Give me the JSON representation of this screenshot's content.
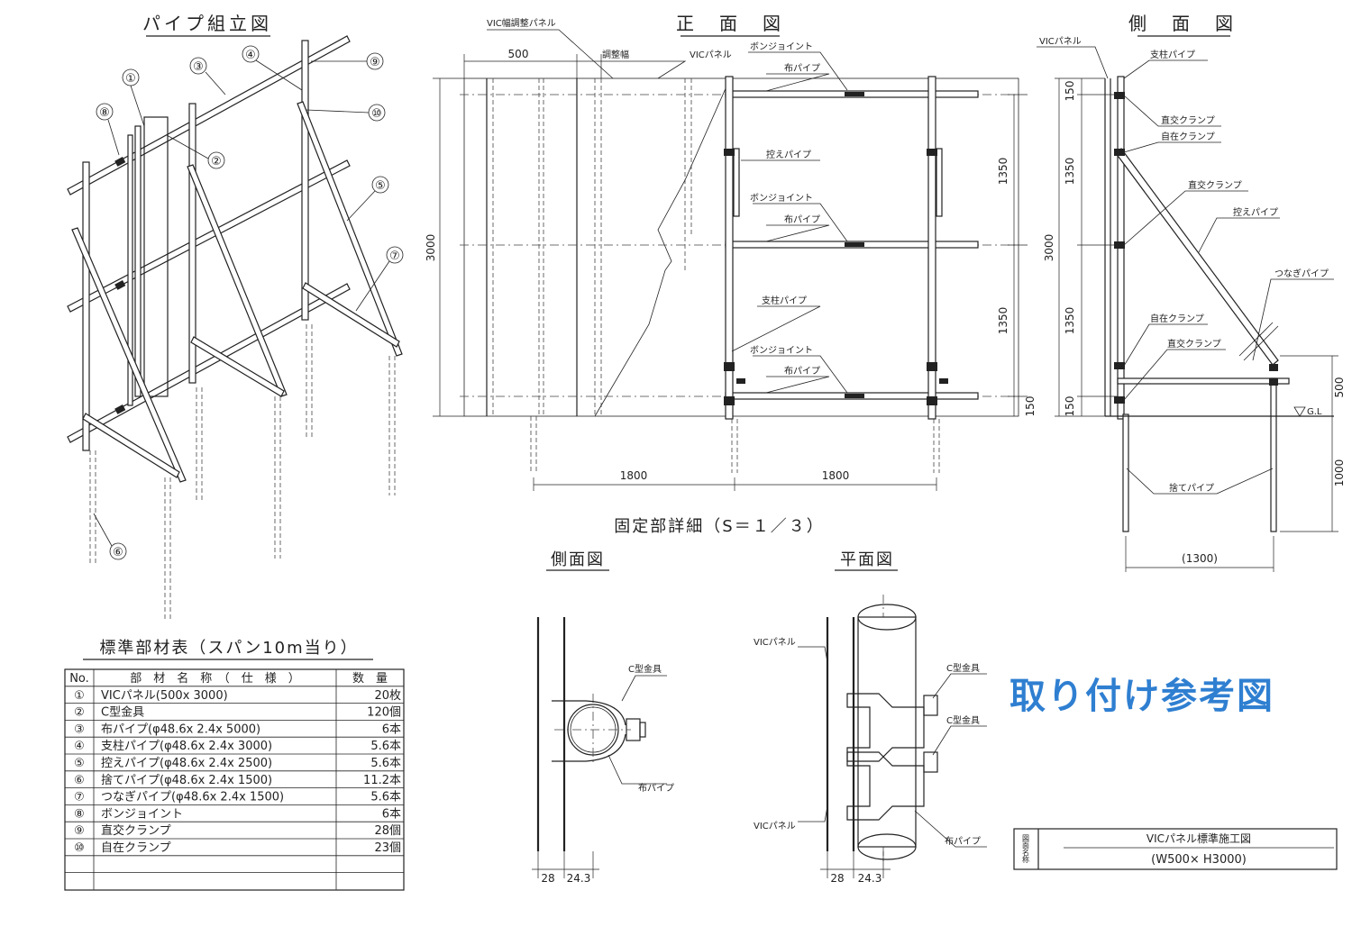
{
  "titles": {
    "assembly": "パイプ組立図",
    "front": "正　面　図",
    "side": "側　面　図",
    "fixing_detail": "固定部詳細（S＝１／３）",
    "fixing_side": "側面図",
    "fixing_plan": "平面図",
    "parts_table": "標準部材表（スパン10m当り）"
  },
  "assembly_callouts": [
    "①",
    "②",
    "③",
    "④",
    "⑤",
    "⑥",
    "⑦",
    "⑧",
    "⑨",
    "⑩"
  ],
  "front_view": {
    "labels": {
      "vic_width_panel": "VIC幅調整パネル",
      "vic_panel": "VICパネル",
      "adjust_width": "調整幅",
      "pon_joint_1": "ボンジョイント",
      "nuno_pipe_1": "布パイプ",
      "hikae_pipe": "控えパイプ",
      "pon_joint_2": "ボンジョイント",
      "nuno_pipe_2": "布パイプ",
      "shichu_pipe": "支柱パイプ",
      "pon_joint_3": "ボンジョイント",
      "nuno_pipe_3": "布パイプ"
    },
    "dims": {
      "panel_width": "500",
      "height": "3000",
      "seg_top": "1350",
      "seg_mid": "1350",
      "seg_bottom": "150",
      "span_left": "1800",
      "span_right": "1800"
    }
  },
  "side_view": {
    "labels": {
      "vic_panel": "VICパネル",
      "shichu_pipe": "支柱パイプ",
      "chokko_1": "直交クランプ",
      "jizai_1": "自在クランプ",
      "chokko_2": "直交クランプ",
      "hikae_pipe": "控えパイプ",
      "tsunagi_pipe": "つなぎパイプ",
      "jizai_2": "自在クランプ",
      "chokko_3": "直交クランプ",
      "sute_pipe": "捨てパイプ",
      "gl": "G.L"
    },
    "dims": {
      "top": "150",
      "upper": "1350",
      "lower": "1350",
      "bottom": "150",
      "total": "3000",
      "ground_500": "500",
      "embed_1000": "1000",
      "base_1300": "(1300)"
    }
  },
  "fixing_side": {
    "c_bracket": "C型金具",
    "nuno_pipe": "布パイプ",
    "dim_a": "28",
    "dim_b": "24.3"
  },
  "fixing_plan": {
    "vic_panel_top": "VICパネル",
    "vic_panel_bottom": "VICパネル",
    "c_bracket_1": "C型金具",
    "c_bracket_2": "C型金具",
    "nuno_pipe": "布パイプ",
    "dim_a": "28",
    "dim_b": "24.3"
  },
  "parts_table": {
    "headers": [
      "No.",
      "部　材　名　称　（　仕　様　）",
      "数　量"
    ],
    "rows": [
      {
        "no": "①",
        "name": "VICパネル(500x 3000)",
        "qty": "20枚"
      },
      {
        "no": "②",
        "name": "C型金具",
        "qty": "120個"
      },
      {
        "no": "③",
        "name": "布パイプ(φ48.6x 2.4x 5000)",
        "qty": "6本"
      },
      {
        "no": "④",
        "name": "支柱パイプ(φ48.6x 2.4x 3000)",
        "qty": "5.6本"
      },
      {
        "no": "⑤",
        "name": "控えパイプ(φ48.6x 2.4x 2500)",
        "qty": "5.6本"
      },
      {
        "no": "⑥",
        "name": "捨てパイプ(φ48.6x 2.4x 1500)",
        "qty": "11.2本"
      },
      {
        "no": "⑦",
        "name": "つなぎパイプ(φ48.6x 2.4x 1500)",
        "qty": "5.6本"
      },
      {
        "no": "⑧",
        "name": "ボンジョイント",
        "qty": "6本"
      },
      {
        "no": "⑨",
        "name": "直交クランプ",
        "qty": "28個"
      },
      {
        "no": "⑩",
        "name": "自在クランプ",
        "qty": "23個"
      },
      {
        "no": "",
        "name": "",
        "qty": ""
      },
      {
        "no": "",
        "name": "",
        "qty": ""
      }
    ]
  },
  "title_block": {
    "label": "図面名称",
    "name": "VICパネル標準施工図",
    "size": "(W500× H3000)"
  },
  "reference_note": "取り付け参考図"
}
